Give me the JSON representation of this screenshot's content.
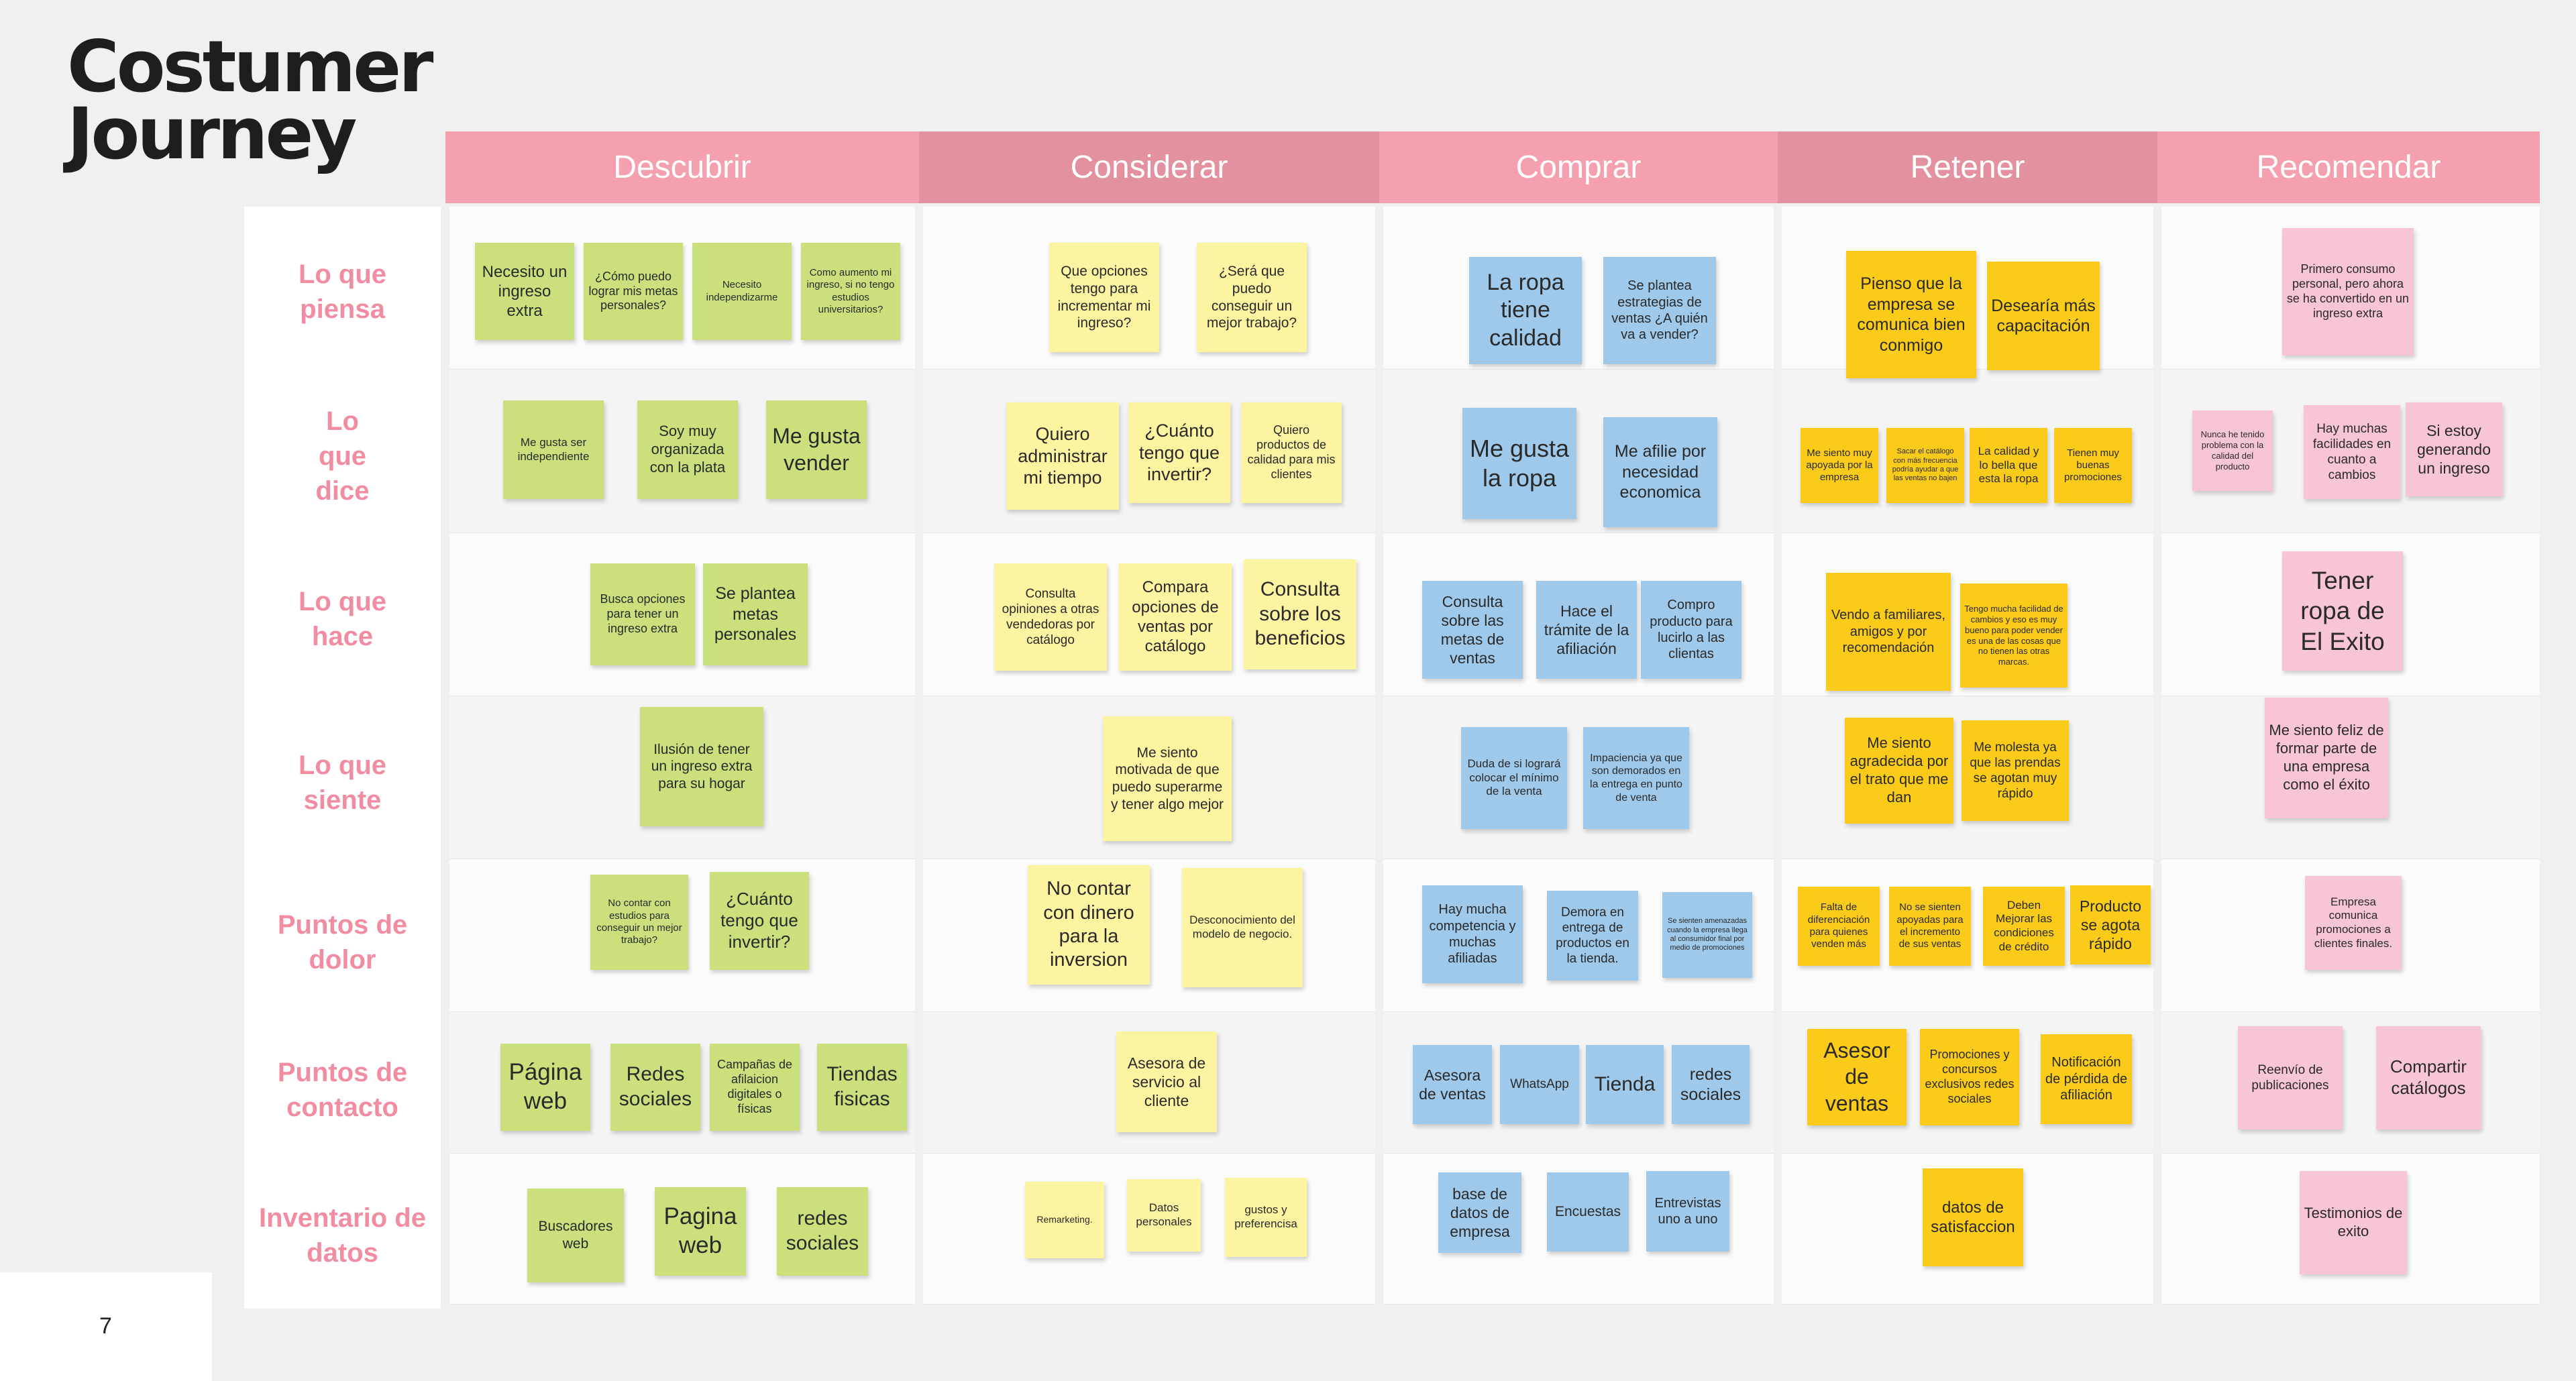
{
  "title": {
    "line1": "Costumer",
    "line2": "Journey"
  },
  "stages": [
    {
      "label": "Descubrir",
      "color": "#f5a0ae"
    },
    {
      "label": "Considerar",
      "color": "#e3909f"
    },
    {
      "label": "Comprar",
      "color": "#f5a0ae"
    },
    {
      "label": "Retener",
      "color": "#e3909f"
    },
    {
      "label": "Recomendar",
      "color": "#f5a0ae"
    }
  ],
  "rows": [
    {
      "label": "Lo que piensa"
    },
    {
      "label": "Lo que dice"
    },
    {
      "label": "Lo que hace"
    },
    {
      "label": "Lo que siente"
    },
    {
      "label": "Puntos de dolor"
    },
    {
      "label": "Puntos de contacto"
    },
    {
      "label": "Inventario de datos"
    }
  ],
  "notes": [
    {
      "text": "Necesito un ingreso extra",
      "color": "green"
    },
    {
      "text": "¿Cómo puedo lograr mis metas personales?",
      "color": "green"
    },
    {
      "text": "Necesito independizarme",
      "color": "green"
    },
    {
      "text": "Como aumento mi ingreso, si no tengo estudios universitarios?",
      "color": "green"
    },
    {
      "text": "Que opciones tengo para incrementar mi ingreso?",
      "color": "lyellow"
    },
    {
      "text": "¿Será que puedo conseguir un mejor trabajo?",
      "color": "lyellow"
    },
    {
      "text": "La ropa tiene calidad",
      "color": "blue"
    },
    {
      "text": "Se plantea estrategias de ventas ¿A quién va a vender?",
      "color": "blue"
    },
    {
      "text": "Pienso que la empresa se comunica bien conmigo",
      "color": "gold"
    },
    {
      "text": "Desearía más capacitación",
      "color": "gold"
    },
    {
      "text": "Primero consumo personal, pero ahora se ha convertido en un ingreso extra",
      "color": "pink"
    },
    {
      "text": "Me gusta ser independiente",
      "color": "green"
    },
    {
      "text": "Soy muy organizada con la plata",
      "color": "green"
    },
    {
      "text": "Me gusta vender",
      "color": "green"
    },
    {
      "text": "Quiero administrar mi tiempo",
      "color": "lyellow"
    },
    {
      "text": "¿Cuánto tengo que invertir?",
      "color": "lyellow"
    },
    {
      "text": "Quiero productos de calidad para mis clientes",
      "color": "lyellow"
    },
    {
      "text": "Me gusta la ropa",
      "color": "blue"
    },
    {
      "text": "Me afilie por necesidad economica",
      "color": "blue"
    },
    {
      "text": "Me siento muy apoyada por la empresa",
      "color": "gold"
    },
    {
      "text": "Sacar el catálogo con más frecuencia podría ayudar a que las ventas no bajen",
      "color": "gold"
    },
    {
      "text": "La calidad y lo bella que esta la ropa",
      "color": "gold"
    },
    {
      "text": "Tienen muy buenas promociones",
      "color": "gold"
    },
    {
      "text": "Nunca he tenido problema con la calidad del producto",
      "color": "pink"
    },
    {
      "text": "Hay muchas facilidades en cuanto a cambios",
      "color": "pink"
    },
    {
      "text": "Si estoy generando un ingreso",
      "color": "pink"
    },
    {
      "text": "Busca opciones para tener un ingreso extra",
      "color": "green"
    },
    {
      "text": "Se plantea metas personales",
      "color": "green"
    },
    {
      "text": "Consulta opiniones a otras vendedoras por catálogo",
      "color": "lyellow"
    },
    {
      "text": "Compara opciones de ventas por catálogo",
      "color": "lyellow"
    },
    {
      "text": "Consulta sobre los beneficios",
      "color": "lyellow"
    },
    {
      "text": "Consulta sobre las metas de ventas",
      "color": "blue"
    },
    {
      "text": "Hace el trámite de la afiliación",
      "color": "blue"
    },
    {
      "text": "Compro producto para lucirlo a las clientas",
      "color": "blue"
    },
    {
      "text": "Vendo a familiares, amigos y por recomendación",
      "color": "gold"
    },
    {
      "text": "Tengo mucha facilidad de cambios y eso es muy bueno para poder vender es una de las cosas que no tienen las otras marcas.",
      "color": "gold"
    },
    {
      "text": "Tener ropa de El Exito",
      "color": "pink"
    },
    {
      "text": "Ilusión de tener un ingreso extra para su hogar",
      "color": "green"
    },
    {
      "text": "Me siento motivada de que puedo superarme y tener algo mejor",
      "color": "lyellow"
    },
    {
      "text": "Duda de si logrará colocar el mínimo de la venta",
      "color": "blue"
    },
    {
      "text": "Impaciencia ya que son demorados en la entrega en punto de venta",
      "color": "blue"
    },
    {
      "text": "Me siento agradecida por el trato que me dan",
      "color": "gold"
    },
    {
      "text": "Me molesta ya que las prendas se agotan muy rápido",
      "color": "gold"
    },
    {
      "text": "Me siento feliz de formar parte de una empresa como el éxito",
      "color": "pink"
    },
    {
      "text": "No contar con estudios para conseguir un mejor trabajo?",
      "color": "green"
    },
    {
      "text": "¿Cuánto tengo que invertir?",
      "color": "green"
    },
    {
      "text": "No contar con dinero para la inversion",
      "color": "lyellow"
    },
    {
      "text": "Desconocimiento del modelo de negocio.",
      "color": "lyellow"
    },
    {
      "text": "Hay mucha competencia y muchas afiliadas",
      "color": "blue"
    },
    {
      "text": "Demora en entrega de productos en la tienda.",
      "color": "blue"
    },
    {
      "text": "Se sienten amenazadas cuando la empresa llega al consumidor final por medio de promociones",
      "color": "blue"
    },
    {
      "text": "Falta de diferenciación para quienes venden más",
      "color": "gold"
    },
    {
      "text": "No se sienten apoyadas para el incremento de sus ventas",
      "color": "gold"
    },
    {
      "text": "Deben Mejorar las condiciones de crédito",
      "color": "gold"
    },
    {
      "text": "Producto se agota rápido",
      "color": "gold"
    },
    {
      "text": "Empresa comunica promociones a clientes finales.",
      "color": "pink"
    },
    {
      "text": "Página web",
      "color": "green"
    },
    {
      "text": "Redes sociales",
      "color": "green"
    },
    {
      "text": "Campañas de afilaicion digitales o físicas",
      "color": "green"
    },
    {
      "text": "Tiendas fisicas",
      "color": "green"
    },
    {
      "text": "Asesora de servicio al cliente",
      "color": "lyellow"
    },
    {
      "text": "Asesora de ventas",
      "color": "blue"
    },
    {
      "text": "WhatsApp",
      "color": "blue"
    },
    {
      "text": "Tienda",
      "color": "blue"
    },
    {
      "text": "redes sociales",
      "color": "blue"
    },
    {
      "text": "Asesor de ventas",
      "color": "gold"
    },
    {
      "text": "Promociones y concursos exclusivos redes sociales",
      "color": "gold"
    },
    {
      "text": "Notificación de pérdida de afiliación",
      "color": "gold"
    },
    {
      "text": "Reenvío de publicaciones",
      "color": "pink"
    },
    {
      "text": "Compartir catálogos",
      "color": "pink"
    },
    {
      "text": "Buscadores web",
      "color": "green"
    },
    {
      "text": "Pagina web",
      "color": "green"
    },
    {
      "text": "redes sociales",
      "color": "green"
    },
    {
      "text": "Remarketing.",
      "color": "lyellow"
    },
    {
      "text": "Datos personales",
      "color": "lyellow"
    },
    {
      "text": "gustos y preferencisa",
      "color": "lyellow"
    },
    {
      "text": "base de datos de empresa",
      "color": "blue"
    },
    {
      "text": "Encuestas",
      "color": "blue"
    },
    {
      "text": "Entrevistas uno a uno",
      "color": "blue"
    },
    {
      "text": "datos de satisfaccion",
      "color": "gold"
    },
    {
      "text": "Testimonios de exito",
      "color": "pink"
    }
  ],
  "page_number": "7"
}
